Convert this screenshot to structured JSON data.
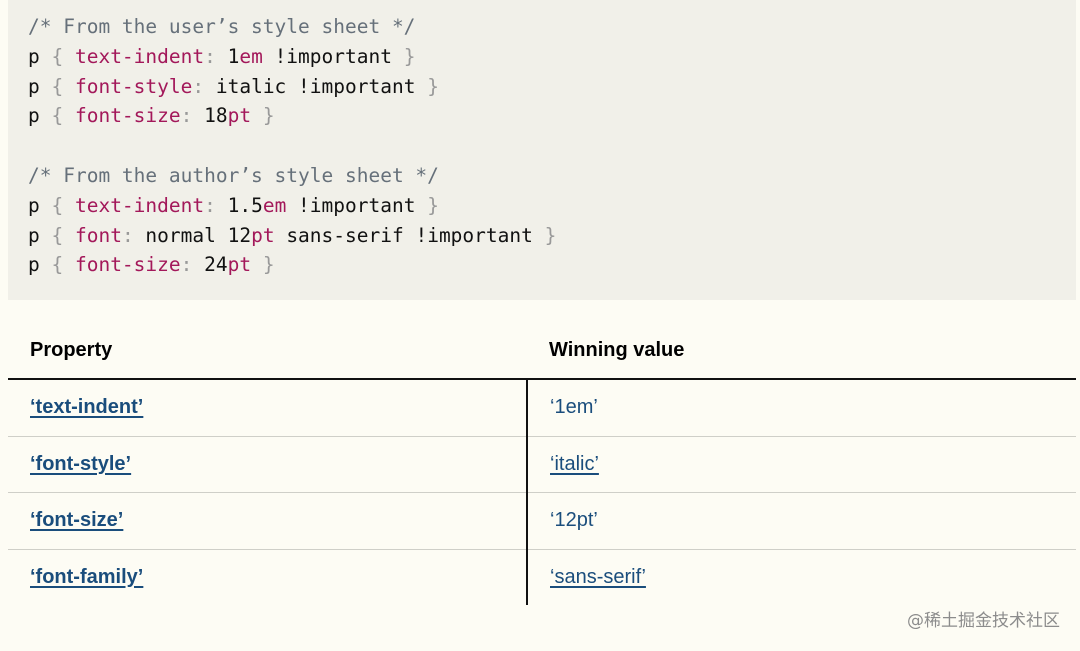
{
  "code": {
    "lines": [
      [
        {
          "t": "comment",
          "v": "/* From the user’s style sheet */"
        }
      ],
      [
        {
          "t": "plain",
          "v": "p "
        },
        {
          "t": "punct",
          "v": "{ "
        },
        {
          "t": "prop",
          "v": "text-indent"
        },
        {
          "t": "punct",
          "v": ": "
        },
        {
          "t": "plain",
          "v": "1"
        },
        {
          "t": "unit",
          "v": "em"
        },
        {
          "t": "plain",
          "v": " !important "
        },
        {
          "t": "punct",
          "v": "}"
        }
      ],
      [
        {
          "t": "plain",
          "v": "p "
        },
        {
          "t": "punct",
          "v": "{ "
        },
        {
          "t": "prop",
          "v": "font-style"
        },
        {
          "t": "punct",
          "v": ": "
        },
        {
          "t": "plain",
          "v": "italic !important "
        },
        {
          "t": "punct",
          "v": "}"
        }
      ],
      [
        {
          "t": "plain",
          "v": "p "
        },
        {
          "t": "punct",
          "v": "{ "
        },
        {
          "t": "prop",
          "v": "font-size"
        },
        {
          "t": "punct",
          "v": ": "
        },
        {
          "t": "plain",
          "v": "18"
        },
        {
          "t": "unit",
          "v": "pt"
        },
        {
          "t": "plain",
          "v": " "
        },
        {
          "t": "punct",
          "v": "}"
        }
      ],
      [],
      [
        {
          "t": "comment",
          "v": "/* From the author’s style sheet */"
        }
      ],
      [
        {
          "t": "plain",
          "v": "p "
        },
        {
          "t": "punct",
          "v": "{ "
        },
        {
          "t": "prop",
          "v": "text-indent"
        },
        {
          "t": "punct",
          "v": ": "
        },
        {
          "t": "plain",
          "v": "1.5"
        },
        {
          "t": "unit",
          "v": "em"
        },
        {
          "t": "plain",
          "v": " !important "
        },
        {
          "t": "punct",
          "v": "}"
        }
      ],
      [
        {
          "t": "plain",
          "v": "p "
        },
        {
          "t": "punct",
          "v": "{ "
        },
        {
          "t": "prop",
          "v": "font"
        },
        {
          "t": "punct",
          "v": ": "
        },
        {
          "t": "plain",
          "v": "normal 12"
        },
        {
          "t": "unit",
          "v": "pt"
        },
        {
          "t": "plain",
          "v": " sans-serif !important "
        },
        {
          "t": "punct",
          "v": "}"
        }
      ],
      [
        {
          "t": "plain",
          "v": "p "
        },
        {
          "t": "punct",
          "v": "{ "
        },
        {
          "t": "prop",
          "v": "font-size"
        },
        {
          "t": "punct",
          "v": ": "
        },
        {
          "t": "plain",
          "v": "24"
        },
        {
          "t": "unit",
          "v": "pt"
        },
        {
          "t": "plain",
          "v": " "
        },
        {
          "t": "punct",
          "v": "}"
        }
      ]
    ]
  },
  "table": {
    "headers": [
      "Property",
      "Winning value"
    ],
    "rows": [
      {
        "property": "‘text-indent’",
        "value": "‘1em’",
        "value_is_link": false
      },
      {
        "property": "‘font-style’",
        "value": "‘italic’",
        "value_is_link": true
      },
      {
        "property": "‘font-size’",
        "value": "‘12pt’",
        "value_is_link": false
      },
      {
        "property": "‘font-family’",
        "value": "‘sans-serif’",
        "value_is_link": true
      }
    ]
  },
  "watermark": "@稀土掘金技术社区",
  "colors": {
    "background": "#fdfcf4",
    "code_background": "#f1f0e9",
    "comment": "#66707a",
    "property": "#a3185a",
    "link": "#1a4d7c"
  }
}
